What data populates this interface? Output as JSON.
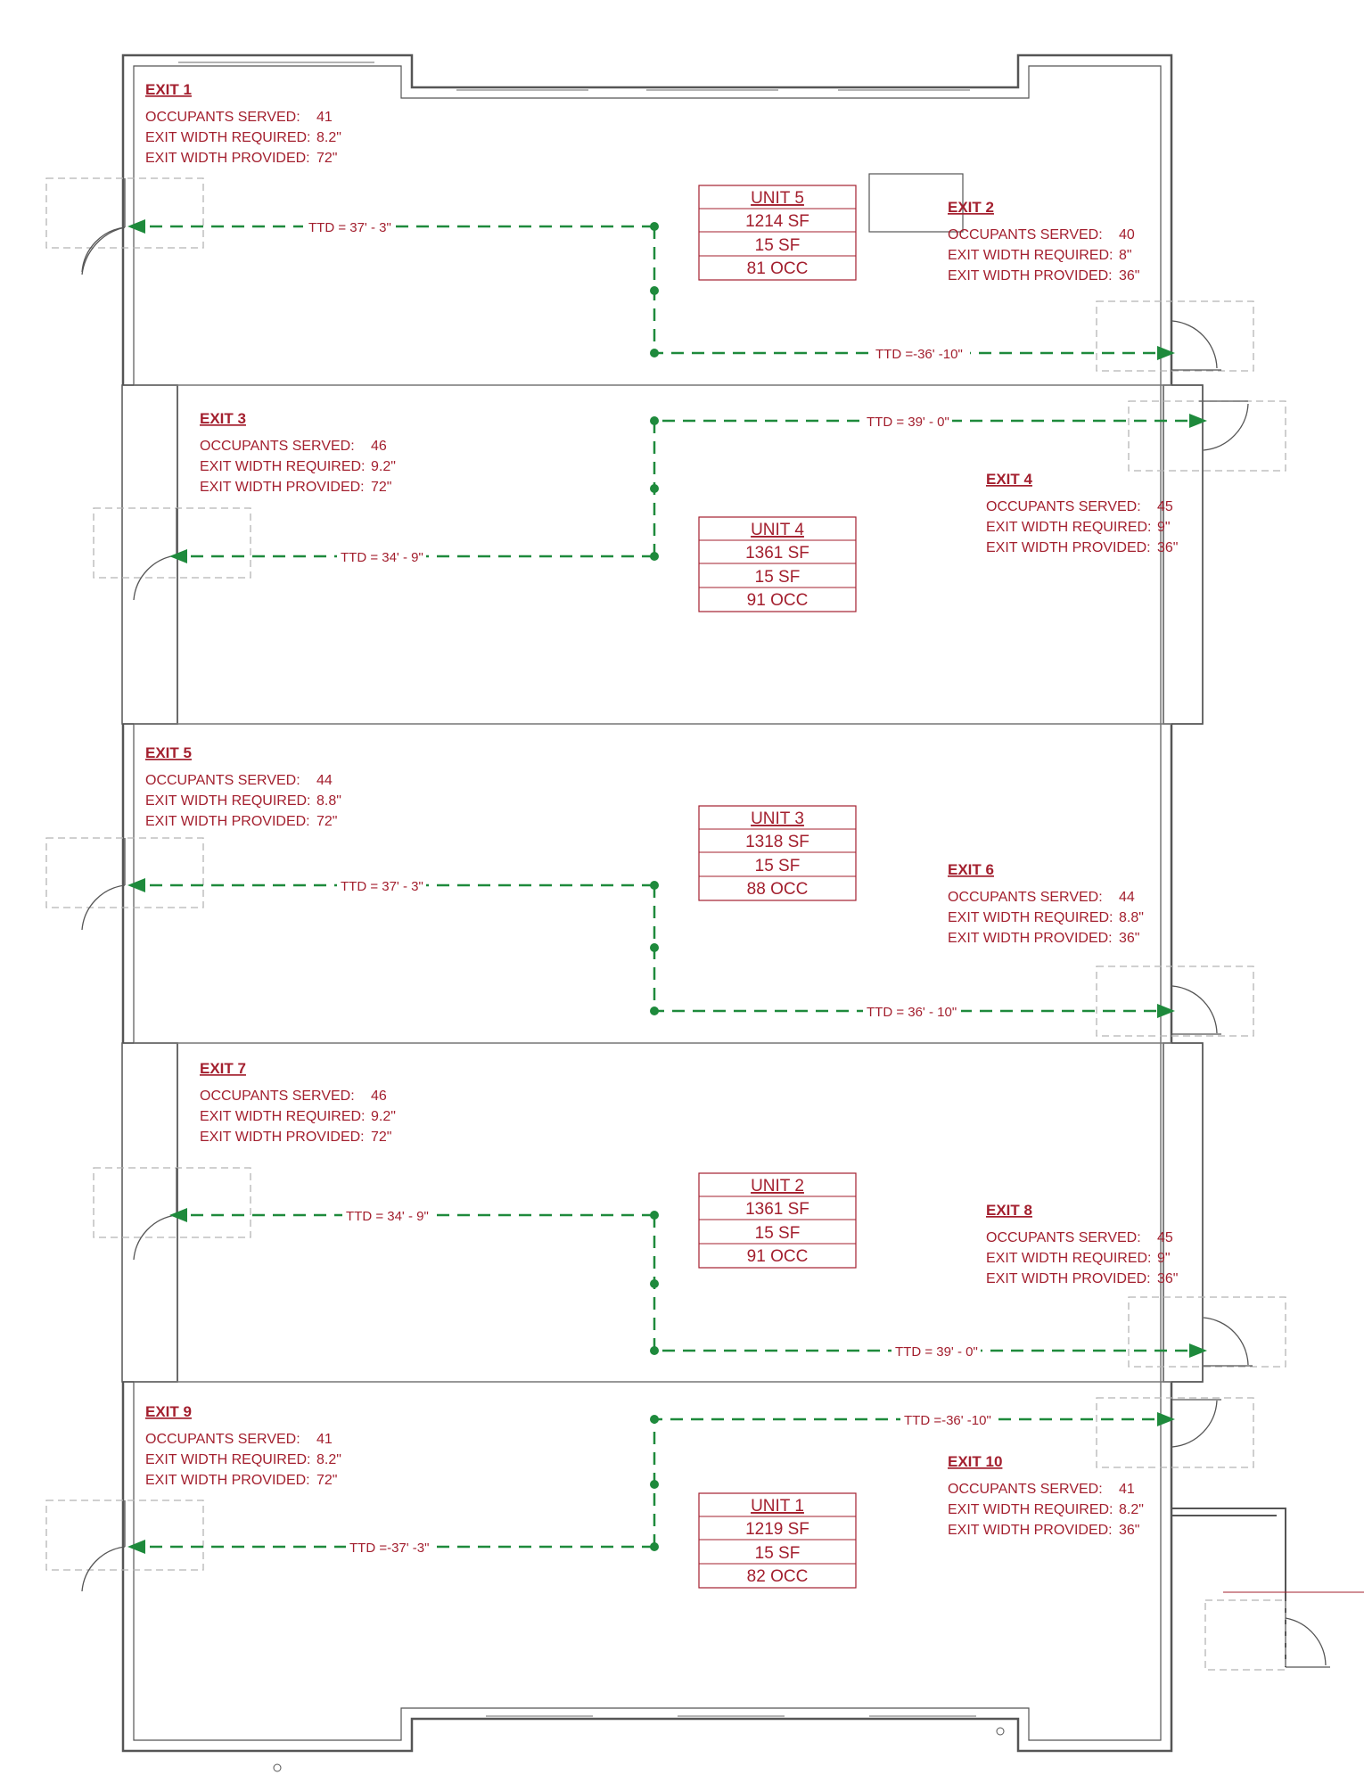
{
  "colors": {
    "annotation": "#a31f2e",
    "path": "#1e8a3c",
    "wall": "#555555",
    "door": "#b5b5b5"
  },
  "field_labels": {
    "served": "OCCUPANTS SERVED:",
    "required": "EXIT WIDTH REQUIRED:",
    "provided": "EXIT WIDTH PROVIDED:"
  },
  "exits": [
    {
      "title": "EXIT 1",
      "served": "41",
      "required": "8.2\"",
      "provided": "72\""
    },
    {
      "title": "EXIT 2",
      "served": "40",
      "required": "8\"",
      "provided": "36\""
    },
    {
      "title": "EXIT 3",
      "served": "46",
      "required": "9.2\"",
      "provided": "72\""
    },
    {
      "title": "EXIT 4",
      "served": "45",
      "required": "9\"",
      "provided": "36\""
    },
    {
      "title": "EXIT 5",
      "served": "44",
      "required": "8.8\"",
      "provided": "72\""
    },
    {
      "title": "EXIT 6",
      "served": "44",
      "required": "8.8\"",
      "provided": "36\""
    },
    {
      "title": "EXIT 7",
      "served": "46",
      "required": "9.2\"",
      "provided": "72\""
    },
    {
      "title": "EXIT 8",
      "served": "45",
      "required": "9\"",
      "provided": "36\""
    },
    {
      "title": "EXIT 9",
      "served": "41",
      "required": "8.2\"",
      "provided": "72\""
    },
    {
      "title": "EXIT 10",
      "served": "41",
      "required": "8.2\"",
      "provided": "36\""
    }
  ],
  "units": [
    {
      "name": "UNIT 5",
      "area": "1214 SF",
      "factor": "15 SF",
      "occ": "81 OCC"
    },
    {
      "name": "UNIT 4",
      "area": "1361 SF",
      "factor": "15 SF",
      "occ": "91 OCC"
    },
    {
      "name": "UNIT 3",
      "area": "1318 SF",
      "factor": "15 SF",
      "occ": "88 OCC"
    },
    {
      "name": "UNIT 2",
      "area": "1361 SF",
      "factor": "15 SF",
      "occ": "91 OCC"
    },
    {
      "name": "UNIT 1",
      "area": "1219 SF",
      "factor": "15 SF",
      "occ": "82 OCC"
    }
  ],
  "travel_distances": [
    "TTD = 37' - 3\"",
    "TTD =-36' -10\"",
    "TTD = 39' - 0\"",
    "TTD = 34' - 9\"",
    "TTD = 37' - 3\"",
    "TTD = 36' - 10\"",
    "TTD = 34' - 9\"",
    "TTD = 39' - 0\"",
    "TTD =-36' -10\"",
    "TTD =-37' -3\""
  ]
}
